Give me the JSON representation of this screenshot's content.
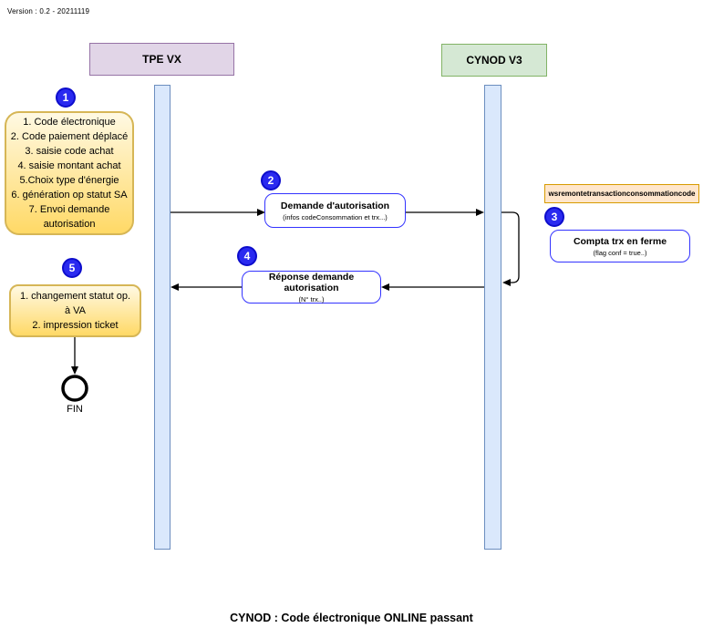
{
  "version_label": "Version : 0.2 - 20211119",
  "actors": {
    "tpe": {
      "label": "TPE VX"
    },
    "cynod": {
      "label": "CYNOD V3"
    }
  },
  "notes": {
    "step1": {
      "badge": "1",
      "lines": [
        "1. Code électronique",
        "2. Code paiement déplacé",
        "3. saisie code achat",
        "4. saisie montant achat",
        "5.Choix type d'énergie",
        "6. génération op statut SA",
        "7. Envoi demande autorisation"
      ]
    },
    "step5": {
      "badge": "5",
      "lines": [
        "1. changement statut op. à VA",
        "2.  impression ticket"
      ]
    }
  },
  "messages": {
    "request": {
      "badge": "2",
      "title": "Demande d'autorisation",
      "subtitle": "(infos codeConsommation et trx...)"
    },
    "compta": {
      "badge": "3",
      "title": "Compta trx en ferme",
      "subtitle": "(flag conf = true..)"
    },
    "response": {
      "badge": "4",
      "title": "Réponse demande autorisation",
      "subtitle": "(N° trx..)"
    }
  },
  "service_label": "wsremontetransactionconsommationcode",
  "terminator_label": "FIN",
  "caption": "CYNOD : Code électronique ONLINE passant",
  "colors": {
    "actor_tpe_fill": "#e1d5e7",
    "actor_tpe_border": "#9673a6",
    "actor_cynod_fill": "#d5e8d4",
    "actor_cynod_border": "#82b366",
    "lifeline_fill": "#dae8fc",
    "lifeline_border": "#6c8ebf",
    "note_fill": "#ffd966",
    "note_border": "#d6b656",
    "badge_fill": "#2a2af0",
    "message_border": "#3333ff",
    "service_fill": "#ffe6cc",
    "service_border": "#d79b00"
  }
}
